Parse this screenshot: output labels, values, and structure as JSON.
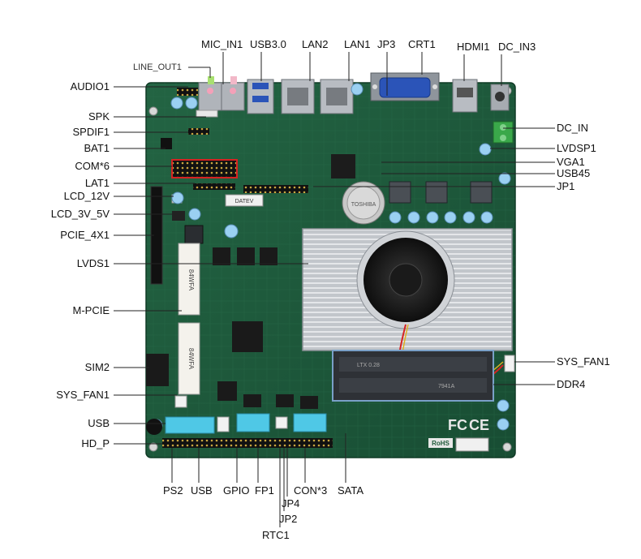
{
  "labels": {
    "left": [
      "AUDIO1",
      "SPK",
      "SPDIF1",
      "BAT1",
      "COM*6",
      "LAT1",
      "LCD_12V",
      "LCD_3V_5V",
      "PCIE_4X1",
      "LVDS1",
      "M-PCIE",
      "SIM2",
      "SYS_FAN1",
      "USB",
      "HD_P"
    ],
    "top": [
      "LINE_OUT1",
      "MIC_IN1",
      "USB3.0",
      "LAN2",
      "LAN1",
      "JP3",
      "CRT1",
      "HDMI1",
      "DC_IN3"
    ],
    "right": [
      "DC_IN",
      "LVDSP1",
      "VGA1",
      "USB45",
      "JP1",
      "SYS_FAN1",
      "DDR4"
    ],
    "bottom": [
      "PS2",
      "USB",
      "GPIO",
      "FP1",
      "CON*3",
      "SATA",
      "JP4",
      "JP2",
      "RTC1"
    ]
  },
  "board_marks": {
    "ddr_text_1": "LTX 0.28",
    "ddr_text_2": "7941A",
    "fcc": "FC",
    "ce": "CE",
    "rohs": "RoHS",
    "slot_text": "84WFA",
    "chip_text_1": "DATEV",
    "chip_text_2": "TOSHIBA"
  },
  "colors": {
    "board": "#1f5a3a",
    "board_dark": "#174a30",
    "heatsink": "#c9ccd0",
    "port_silver": "#b8bcc2",
    "vga_blue": "#2b54b8",
    "sata_cyan": "#4fc8e6",
    "cap_blue": "#9ad0f2",
    "green_terminal": "#3aa84a",
    "com_red": "#d62222",
    "leader": "#222222"
  }
}
